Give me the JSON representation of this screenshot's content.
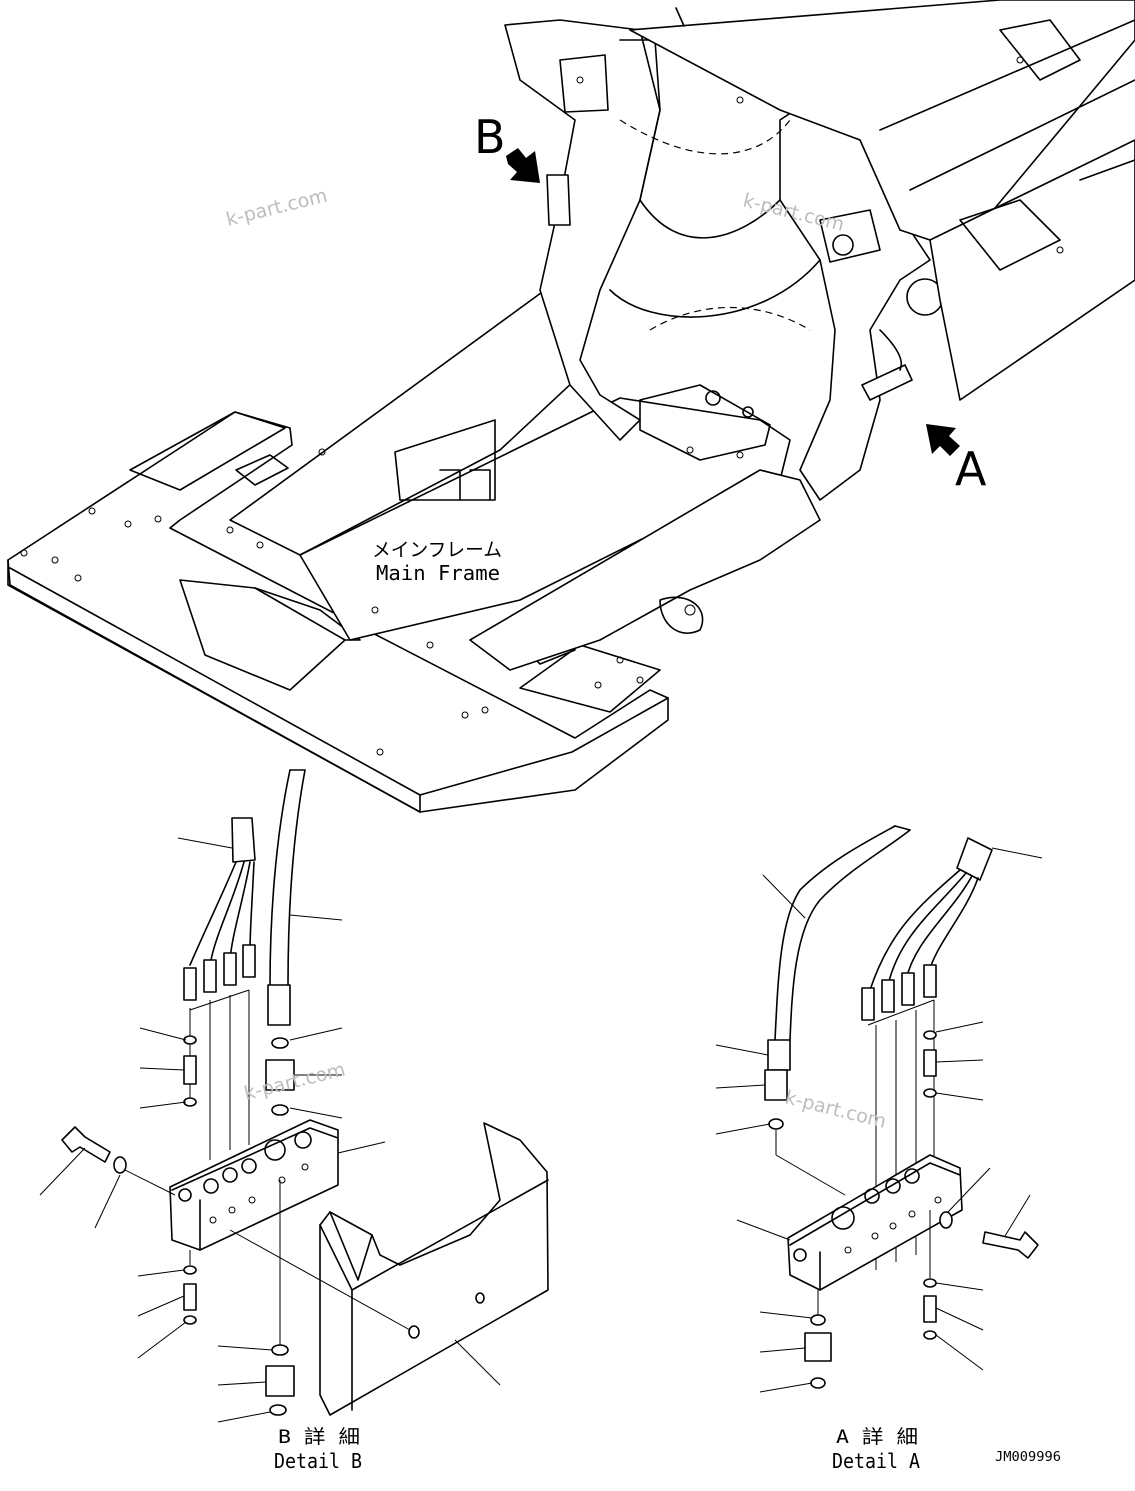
{
  "watermark": "k-part.com",
  "main_frame": {
    "label_jp": "メインフレーム",
    "label_en": "Main Frame"
  },
  "view_arrows": {
    "a": "A",
    "b": "B"
  },
  "detail_b": {
    "title_jp": "B 詳 細",
    "title_en": "Detail B"
  },
  "detail_a": {
    "title_jp": "A 詳 細",
    "title_en": "Detail A"
  },
  "drawing_number": "JM009996"
}
